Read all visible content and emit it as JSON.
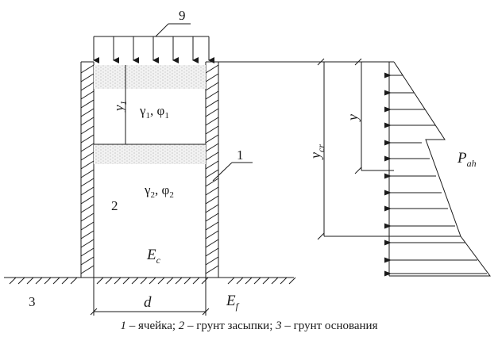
{
  "labels": {
    "load_number": "9",
    "wall_number": "1",
    "fill_number": "2",
    "base_number": "3",
    "y1": "y",
    "y1_sub": "1",
    "layer1_gamma": "γ",
    "layer1_gamma_sub": "1",
    "layer1_phi": ", φ",
    "layer1_phi_sub": "1",
    "layer2_gamma": "γ",
    "layer2_gamma_sub": "2",
    "layer2_phi": ", φ",
    "layer2_phi_sub": "2",
    "Ec": "E",
    "Ec_sub": "c",
    "d": "d",
    "Ef": "E",
    "Ef_sub": "f",
    "y": "y",
    "ycr": "y",
    "ycr_sub": "cr",
    "Pah": "P",
    "Pah_sub": "ah"
  },
  "caption": {
    "n1": "1",
    "t1": " – ячейка; ",
    "n2": "2",
    "t2": " – грунт засыпки; ",
    "n3": "3",
    "t3": " – грунт основания"
  }
}
